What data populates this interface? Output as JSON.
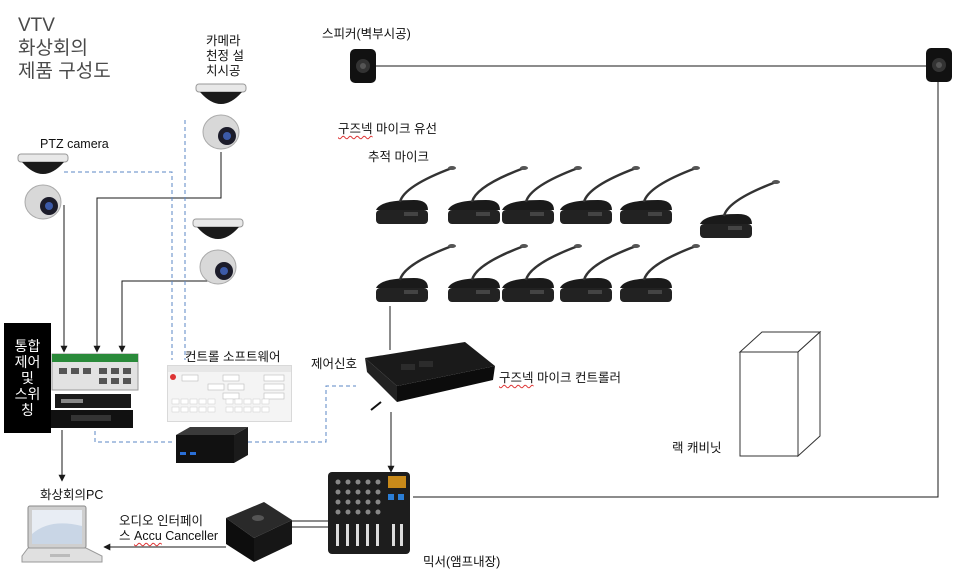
{
  "title": "VTV\n화상회의\n제품 구성도",
  "labels": {
    "ptz_camera": "PTZ camera",
    "ceiling_camera_line1": "카메라",
    "ceiling_camera_line2": "천정 설",
    "ceiling_camera_line3": "치시공",
    "speaker": "스피커(벽부시공)",
    "mic_wired_prefix": "구즈넥",
    "mic_wired_suffix": " 마이크 유선",
    "tracking_mic": "추적 마이크",
    "control_software": "컨트롤 소프트웨어",
    "control_signal": "제어신호",
    "mic_controller_prefix": "구즈넥",
    "mic_controller_suffix": " 마이크 컨트롤러",
    "rack_cabinet": "랙 캐비닛",
    "conference_pc": "화상회의PC",
    "audio_interface_line1": "오디오 인터페이",
    "audio_interface_line2_prefix": "스 ",
    "audio_interface_line2_accu": "Accu",
    "audio_interface_line2_suffix": " Canceller",
    "mixer": "믹서(앰프내장)"
  },
  "integrated_control": [
    "통합",
    "제어",
    "및",
    "스위",
    "칭"
  ],
  "colors": {
    "solid_wire": "#1a1a1a",
    "dashed_wire": "#5b87c5",
    "spell_underline": "#d33333",
    "label_box_bg": "#000000",
    "label_box_text": "#ffffff"
  }
}
